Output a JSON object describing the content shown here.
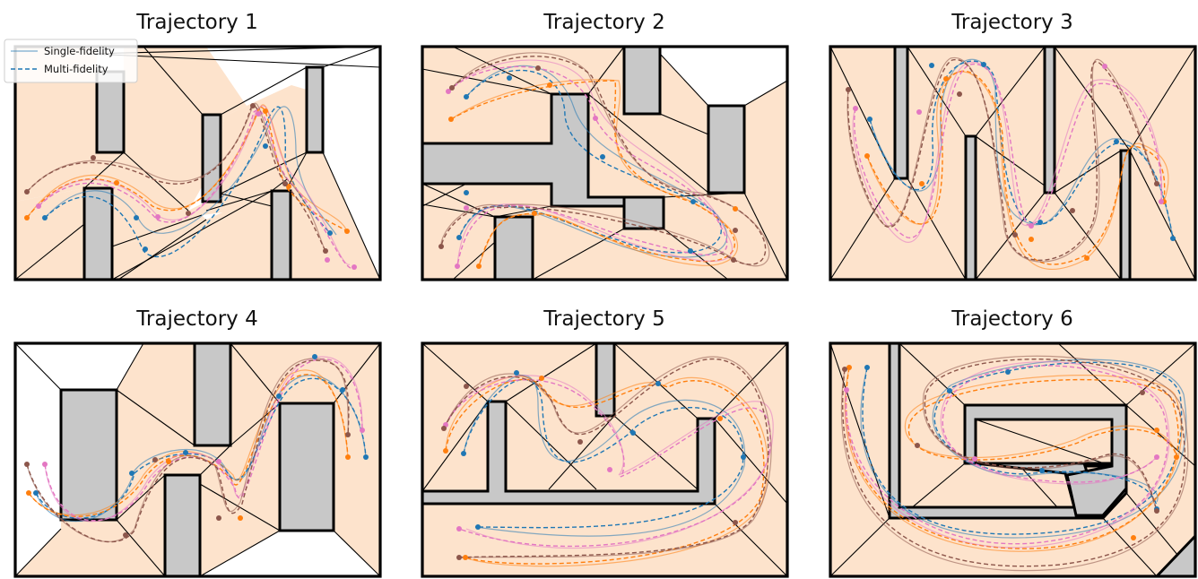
{
  "figure": {
    "panels": [
      {
        "title": "Trajectory 1"
      },
      {
        "title": "Trajectory 2"
      },
      {
        "title": "Trajectory 3"
      },
      {
        "title": "Trajectory 4"
      },
      {
        "title": "Trajectory 5"
      },
      {
        "title": "Trajectory 6"
      }
    ],
    "legend": {
      "items": [
        {
          "label": "Single-fidelity",
          "style": "solid",
          "color": "#1f77b4"
        },
        {
          "label": "Multi-fidelity",
          "style": "dashed",
          "color": "#1f77b4"
        }
      ]
    }
  },
  "colors": {
    "region_fill": "#fde3cc",
    "obstacle_fill": "#c8c8c8",
    "series": [
      "#1f77b4",
      "#ff7f0e",
      "#e377c2",
      "#8c564b"
    ]
  }
}
